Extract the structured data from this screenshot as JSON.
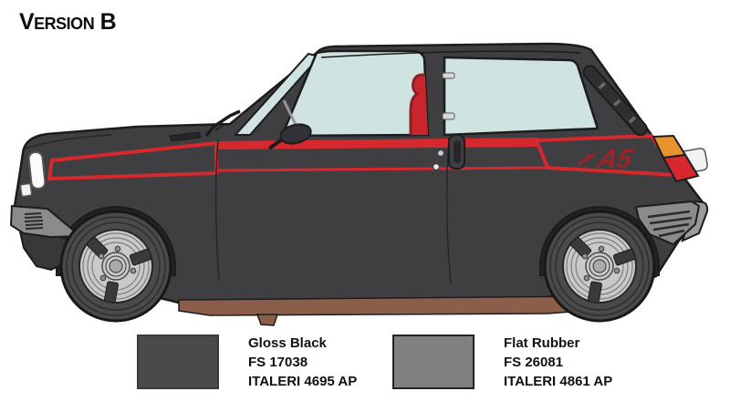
{
  "title": "Version B",
  "car": {
    "badge": "A5",
    "description": "Renault 5 Alpine side view illustration",
    "colors": {
      "body": "#3f3f42",
      "stripe_red": "#d7282d",
      "badge_red": "#9b2428",
      "window_glass": "#cfe3e1",
      "seat_red": "#c9252c",
      "sill_brown": "#8a5e49",
      "tire": "#4a4a4c",
      "rim": "#c9c9cb",
      "bumper_gray": "#8b8b8d",
      "tail_light_orange": "#e9932c",
      "tail_light_red": "#d7282d",
      "headlight_white": "#fbfbfb"
    }
  },
  "swatches": [
    {
      "name": "Gloss Black",
      "fs": "FS 17038",
      "italeri": "ITALERI 4695 AP",
      "hex": "#4a4a4c"
    },
    {
      "name": "Flat Rubber",
      "fs": "FS 26081",
      "italeri": "ITALERI 4861 AP",
      "hex": "#808082"
    }
  ]
}
